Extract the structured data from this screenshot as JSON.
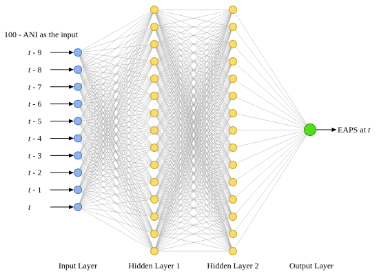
{
  "input_caption": "100 - ANI as the input",
  "input_lags": [
    {
      "prefix": "t",
      "suffix": " - 9"
    },
    {
      "prefix": "t",
      "suffix": " - 8"
    },
    {
      "prefix": "t",
      "suffix": " - 7"
    },
    {
      "prefix": "t",
      "suffix": " - 6"
    },
    {
      "prefix": "t",
      "suffix": " - 5"
    },
    {
      "prefix": "t",
      "suffix": " - 4"
    },
    {
      "prefix": "t",
      "suffix": " - 3"
    },
    {
      "prefix": "t",
      "suffix": " - 2"
    },
    {
      "prefix": "t",
      "suffix": " - 1"
    },
    {
      "prefix": "t",
      "suffix": ""
    }
  ],
  "output_label": {
    "text": "EAPS at ",
    "var": "t"
  },
  "layers": [
    {
      "name": "Input Layer",
      "nodes": 10,
      "color": "#8fb4ee",
      "stroke": "#4a78c0"
    },
    {
      "name": "Hidden Layer 1",
      "nodes": 15,
      "color": "#f7dd6b",
      "stroke": "#c9a226"
    },
    {
      "name": "Hidden Layer 2",
      "nodes": 15,
      "color": "#f7dd6b",
      "stroke": "#c9a226"
    },
    {
      "name": "Output Layer",
      "nodes": 1,
      "color": "#4fe01a",
      "stroke": "#2f8f10"
    }
  ],
  "colors": {
    "edge": "#a8a8a8",
    "arrow": "#000000"
  }
}
